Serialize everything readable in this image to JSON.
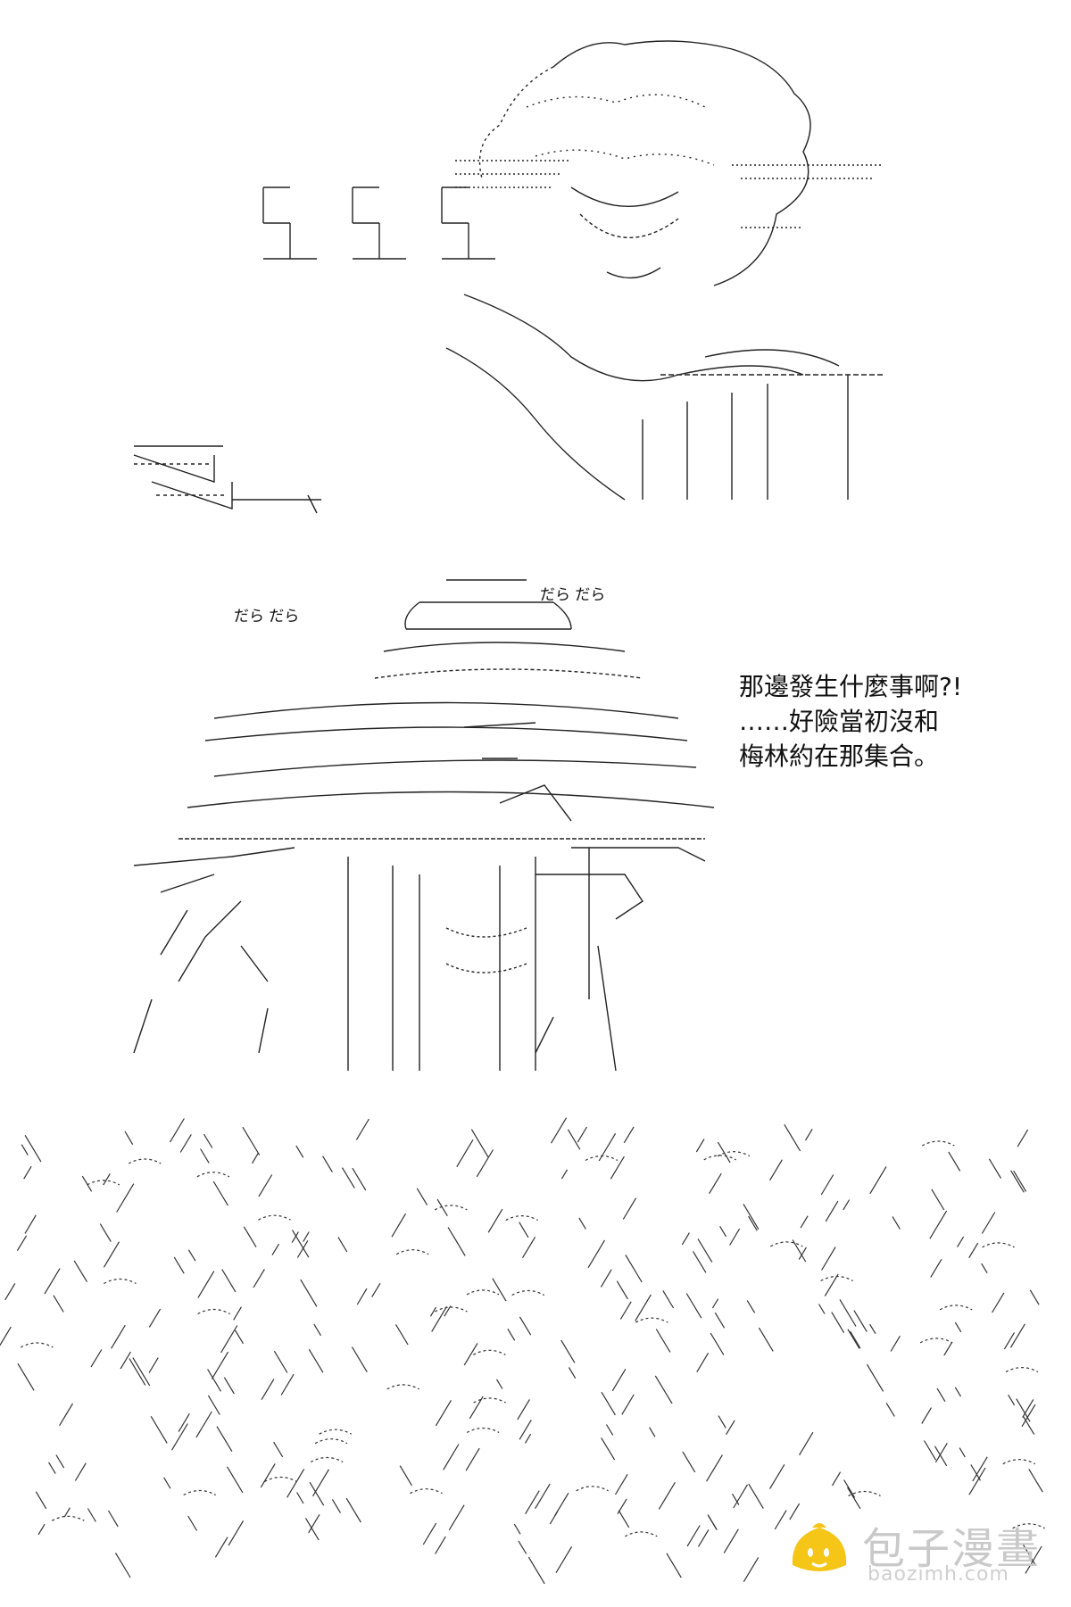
{
  "panels": {
    "middle": {
      "sfx_left": "だら だら",
      "sfx_right": "だら だら",
      "narration": [
        "那邊發生什麼事啊?!",
        "……好險當初沒和",
        "梅林約在那集合。"
      ]
    }
  },
  "watermark": {
    "name": "包子漫畫",
    "url": "baozimh.com",
    "logo_icon": "bun-icon",
    "logo_color": "#f5c518"
  }
}
